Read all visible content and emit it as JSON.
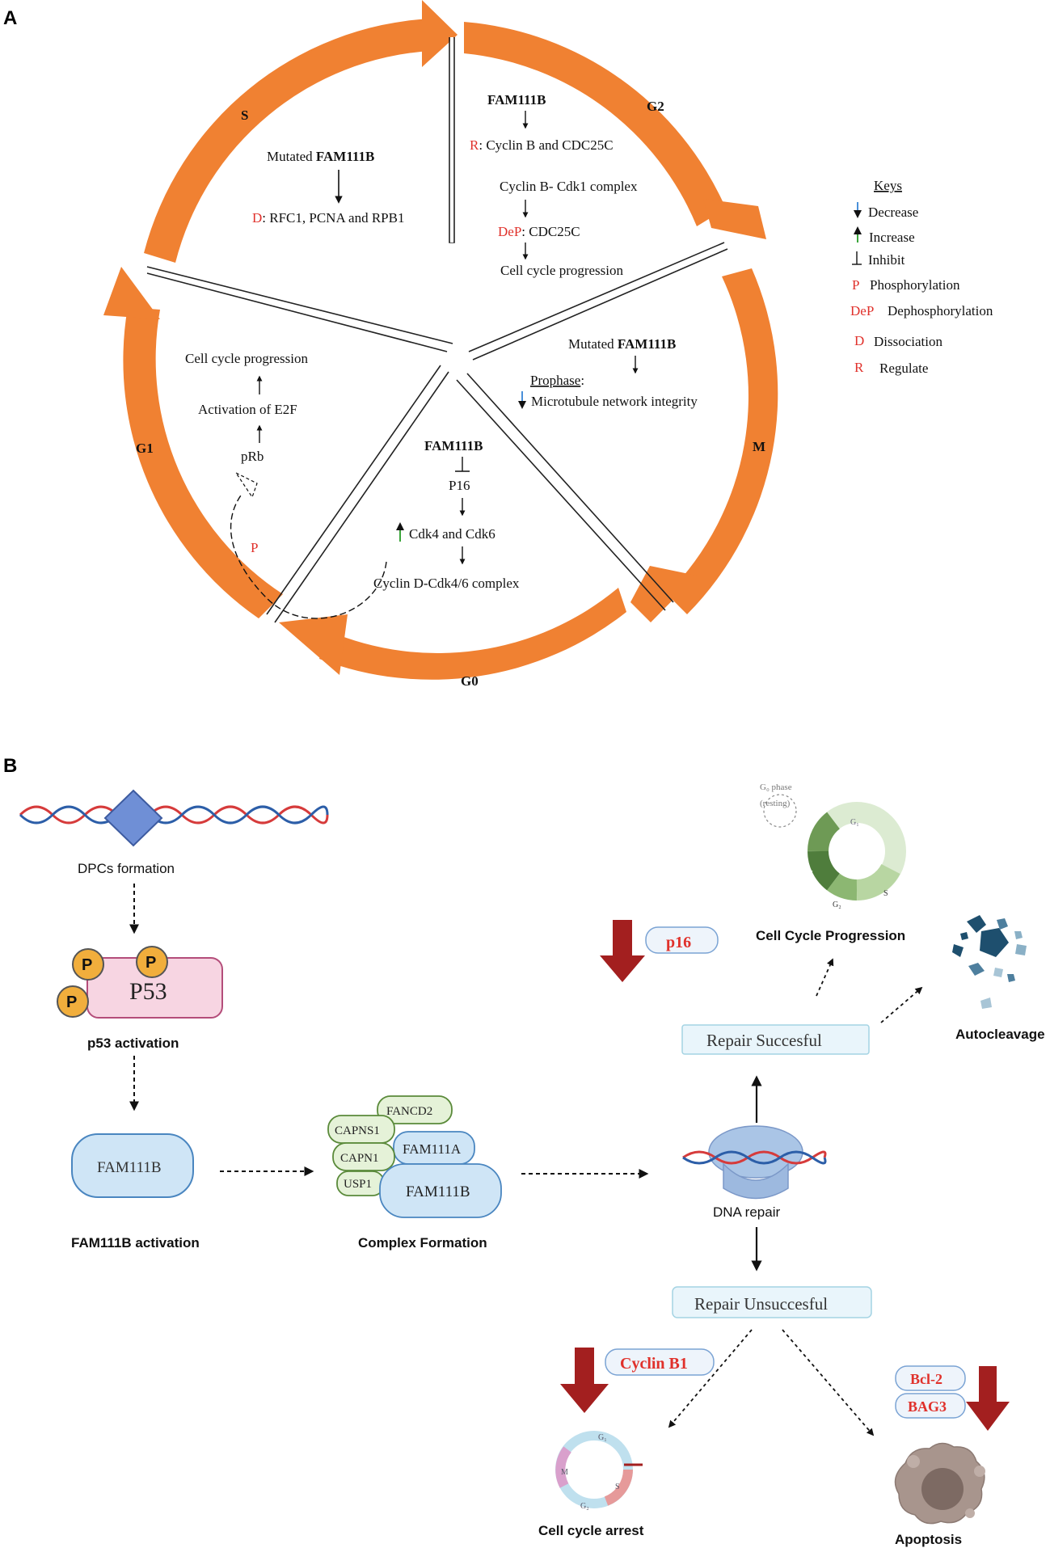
{
  "panel_a": {
    "label": "A",
    "phases": {
      "s": "S",
      "g2": "G2",
      "m": "M",
      "g0": "G0",
      "g1": "G1"
    },
    "s_sector": {
      "mutated_prefix": "Mutated ",
      "gene": "FAM111B",
      "d_prefix": "D",
      "d_text": ": RFC1, PCNA and RPB1"
    },
    "g2_sector": {
      "gene": "FAM111B",
      "r_prefix": "R",
      "r_text": ": Cyclin B and CDC25C",
      "complex": "Cyclin B- Cdk1 complex",
      "dep_prefix": "DeP",
      "dep_text": ": CDC25C",
      "progression": "Cell cycle progression"
    },
    "m_sector": {
      "mutated_prefix": "Mutated ",
      "gene": "FAM111B",
      "prophase": "Prophase",
      "colon": ":",
      "microtubule": "Microtubule network integrity"
    },
    "g0_sector": {
      "gene": "FAM111B",
      "p16": "P16",
      "cdk": "Cdk4 and Cdk6",
      "complex": "Cyclin D-Cdk4/6 complex"
    },
    "g1_sector": {
      "progression": "Cell cycle progression",
      "e2f": "Activation of E2F",
      "prb": "pRb",
      "p": "P"
    },
    "keys": {
      "title": "Keys",
      "decrease": "Decrease",
      "increase": "Increase",
      "inhibit": "Inhibit",
      "p_sym": "P",
      "phosphorylation": "Phosphorylation",
      "dep_sym": "DeP",
      "dephosphorylation": "Dephosphorylation",
      "d_sym": "D",
      "dissociation": "Dissociation",
      "r_sym": "R",
      "regulate": "Regulate"
    }
  },
  "panel_b": {
    "label": "B",
    "dpcs": "DPCs formation",
    "p_badge": "P",
    "p53": "P53",
    "p53_activation": "p53 activation",
    "fam111b_box": "FAM111B",
    "fam111b_activation": "FAM111B activation",
    "complex": {
      "fancd2": "FANCD2",
      "capns1": "CAPNS1",
      "fam111a": "FAM111A",
      "capn1": "CAPN1",
      "usp1": "USP1",
      "fam111b": "FAM111B",
      "label": "Complex Formation"
    },
    "dna_repair": "DNA repair",
    "repair_successful": "Repair Succesful",
    "repair_unsuccessful": "Repair Unsuccesful",
    "p16": "p16",
    "cell_cycle_progression": "Cell Cycle Progression",
    "g0_phase": "G₀ phase",
    "resting": "(resting)",
    "ring_g1": "G₁",
    "ring_s": "S",
    "ring_g2": "G₂",
    "ring_m": "M",
    "autocleavage": "Autocleavage",
    "cyclin_b1": "Cyclin B1",
    "cell_cycle_arrest": "Cell cycle arrest",
    "bcl2": "Bcl-2",
    "bag3": "BAG3",
    "apoptosis": "Apoptosis"
  }
}
